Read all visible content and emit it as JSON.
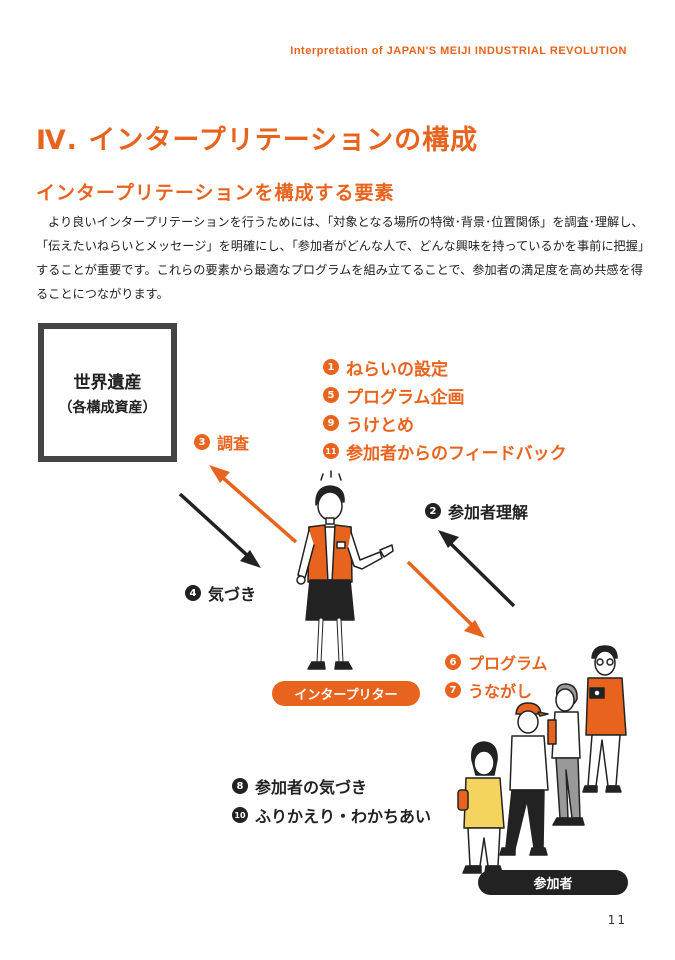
{
  "header": {
    "running_title": "Interpretation of JAPAN'S MEIJI INDUSTRIAL REVOLUTION"
  },
  "chapter": {
    "title": "Ⅳ. インタープリテーションの構成"
  },
  "section": {
    "title": "インタープリテーションを構成する要素",
    "body": "より良いインタープリテーションを行うためには、「対象となる場所の特徴･背景･位置関係」を調査･理解し、「伝えたいねらいとメッセージ」を明確にし、「参加者がどんな人で、どんな興味を持っているかを事前に把握」することが重要です。これらの要素から最適なプログラムを組み立てることで、参加者の満足度を高め共感を得ることにつながります。"
  },
  "diagram": {
    "heritage": {
      "title": "世界遺産",
      "subtitle": "（各構成資産）"
    },
    "orange_list": [
      {
        "num": "1",
        "text": "ねらいの設定"
      },
      {
        "num": "5",
        "text": "プログラム企画"
      },
      {
        "num": "9",
        "text": "うけとめ"
      },
      {
        "num": "11",
        "text": "参加者からのフィードバック"
      }
    ],
    "research": {
      "num": "3",
      "text": "調査"
    },
    "awareness": {
      "num": "4",
      "text": "気づき"
    },
    "participant_understanding": {
      "num": "2",
      "text": "参加者理解"
    },
    "program": {
      "num": "6",
      "text": "プログラム"
    },
    "prompt": {
      "num": "7",
      "text": "うながし"
    },
    "participant_awareness": {
      "num": "8",
      "text": "参加者の気づき"
    },
    "reflection": {
      "num": "10",
      "text": "ふりかえり・わかちあい"
    },
    "interpreter_label": "インタープリター",
    "participants_label": "参加者"
  },
  "colors": {
    "accent": "#e8641e",
    "dark": "#222222",
    "frame": "#444444"
  },
  "page_number": "11"
}
